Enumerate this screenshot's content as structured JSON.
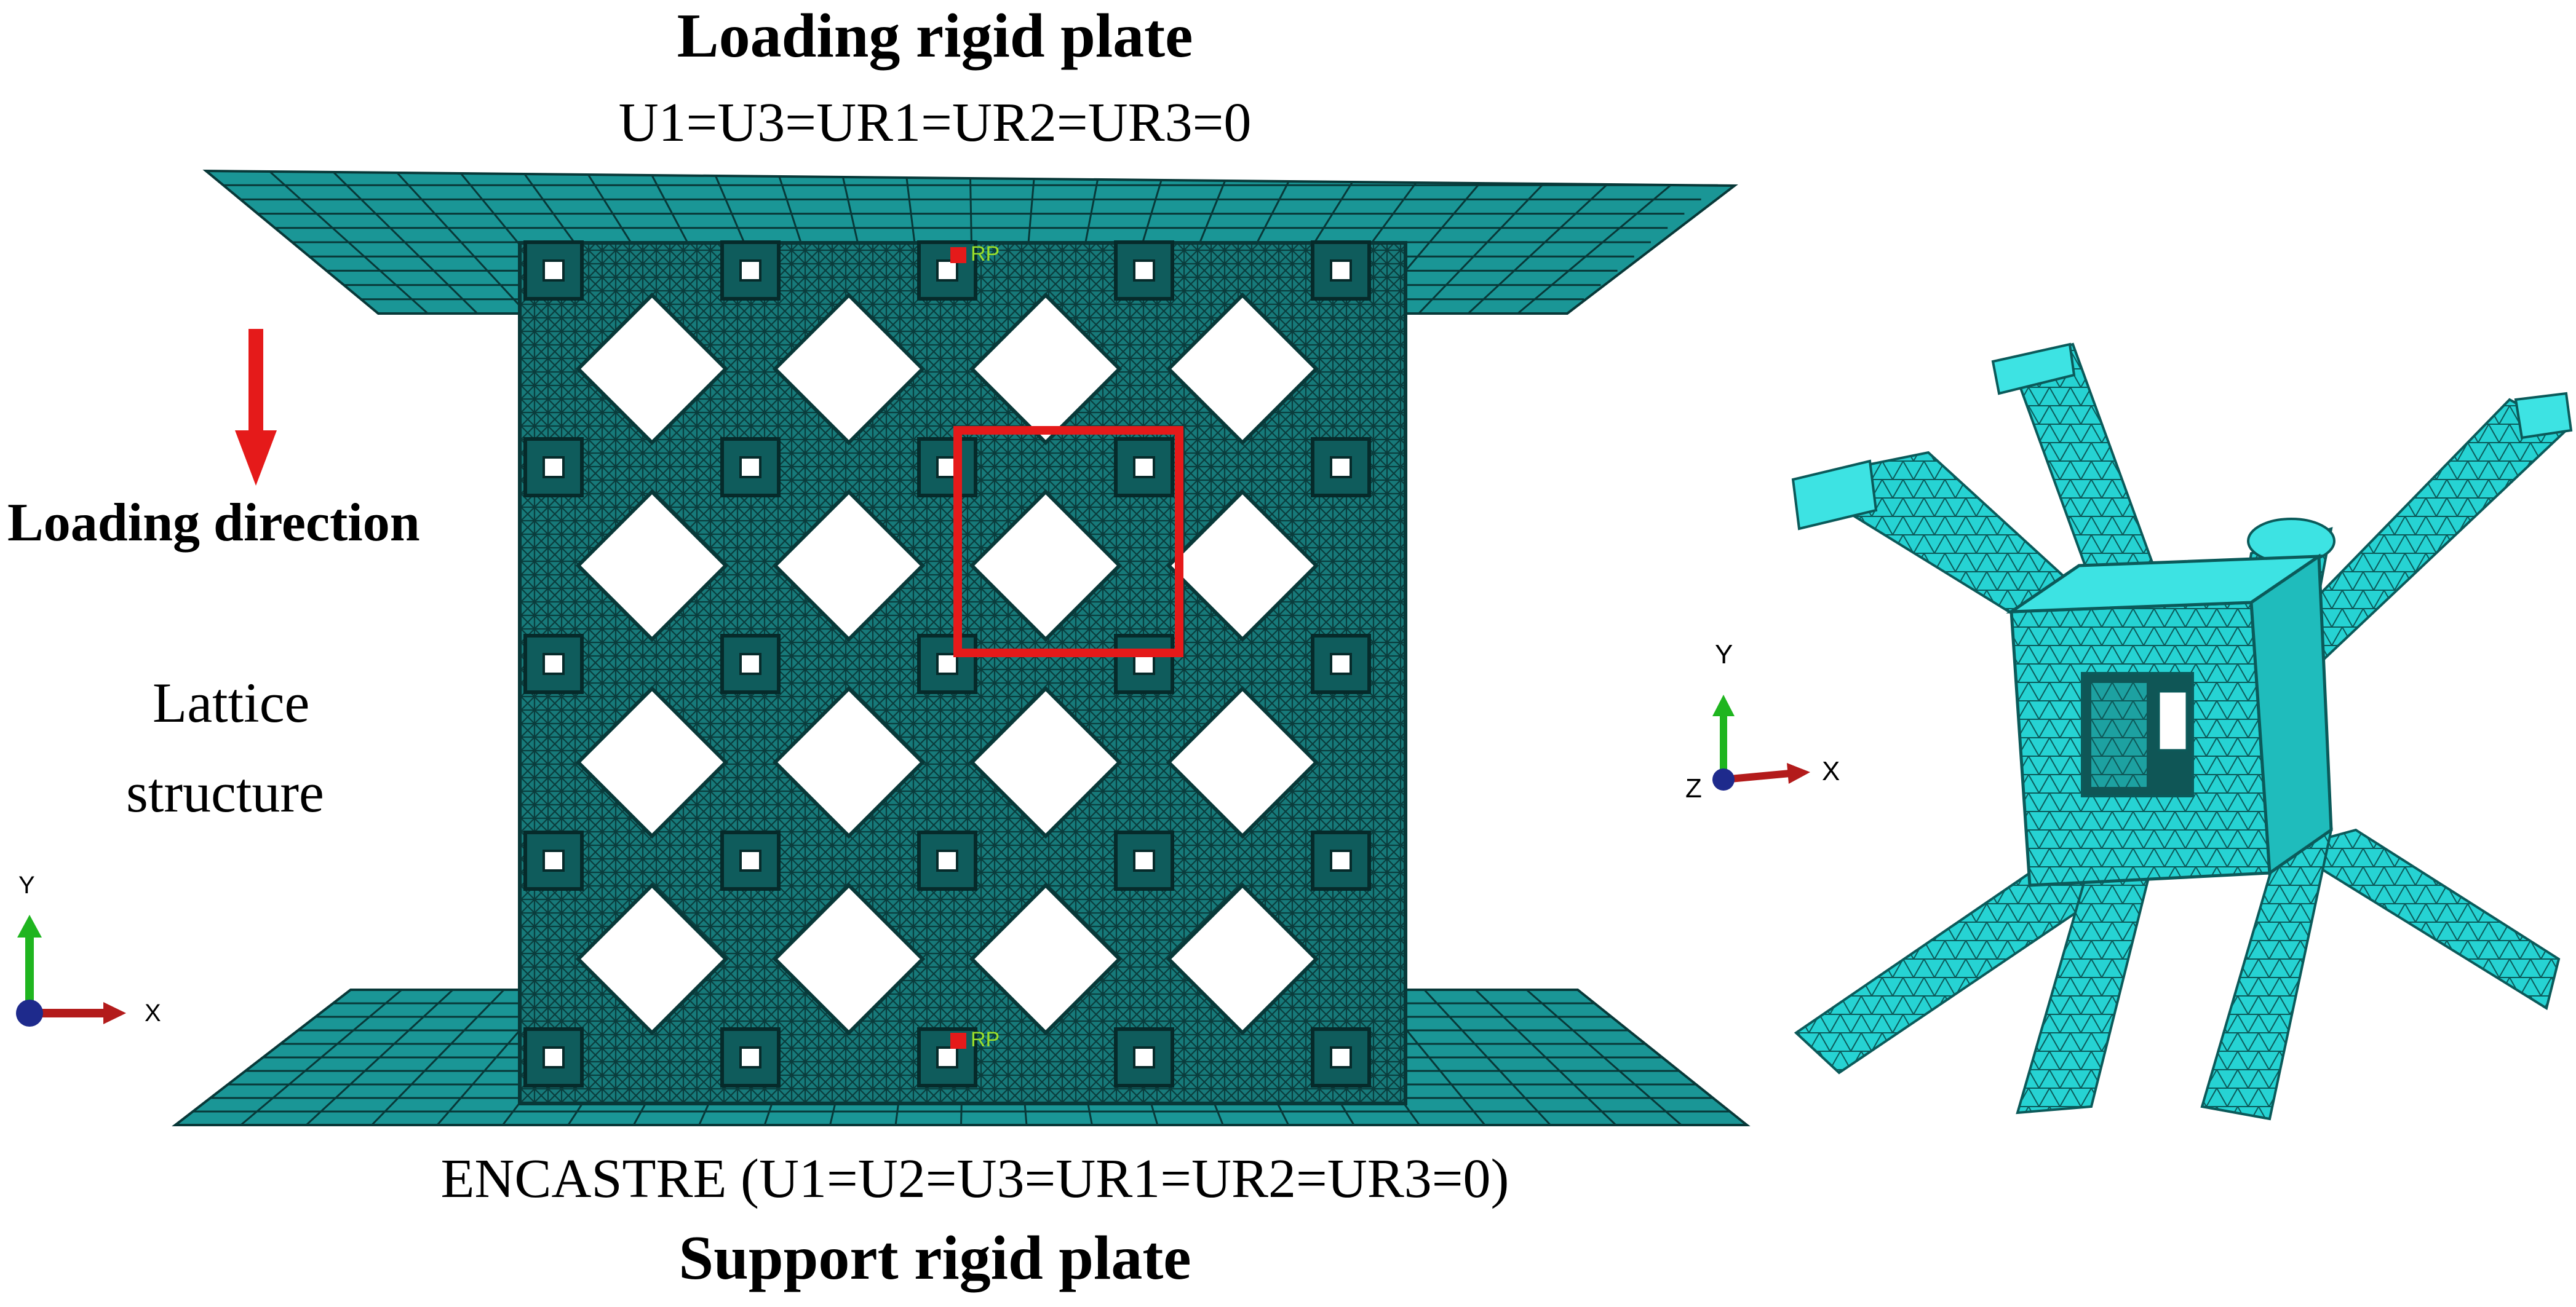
{
  "labels": {
    "loading_plate_title": "Loading rigid plate",
    "loading_plate_bc": "U1=U3=UR1=UR2=UR3=0",
    "support_plate_bc": "ENCASTRE (U1=U2=U3=UR1=UR2=UR3=0)",
    "support_plate_title": "Support rigid plate",
    "loading_direction": "Loading direction",
    "lattice_line1": "Lattice",
    "lattice_line2": "structure"
  },
  "reference_points": {
    "top": "RP",
    "bottom": "RP"
  },
  "triad_left": {
    "y": "Y",
    "x": "X"
  },
  "triad_right": {
    "y": "Y",
    "x": "X",
    "z": "Z"
  },
  "colors": {
    "mesh_dark": "#0d6b6b",
    "mesh_mid": "#1a8a8a",
    "mesh_light": "#21d6d6",
    "mesh_edge": "#0a2f2f",
    "highlight_box": "#e51a1a",
    "arrow": "#e51a1a",
    "rp_marker": "#e51a1a",
    "rp_text": "#9adf2a",
    "axis_y": "#1fb51f",
    "axis_x": "#b31b1b",
    "axis_z": "#1e2a8c"
  }
}
